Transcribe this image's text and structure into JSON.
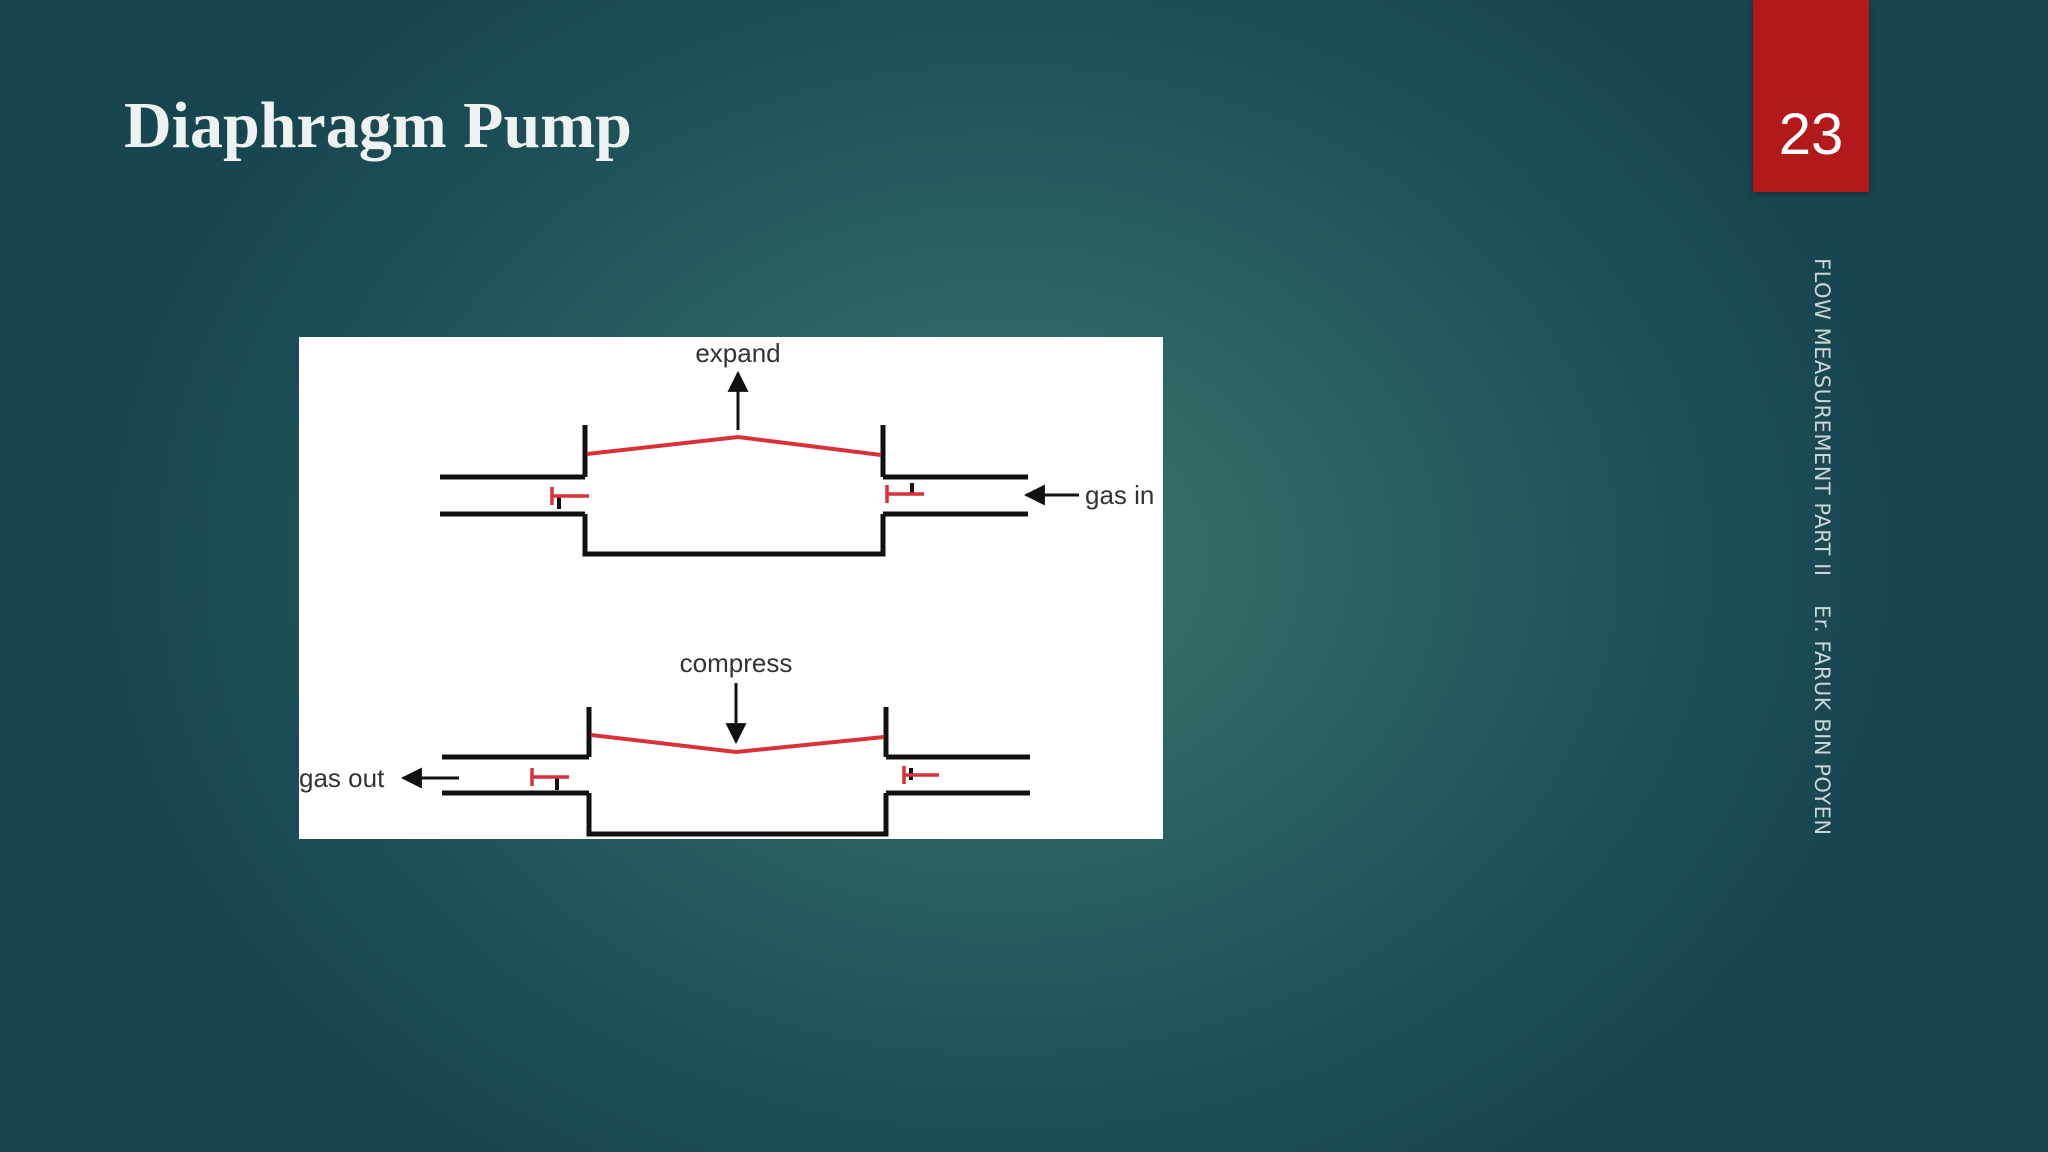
{
  "slide": {
    "title": "Diaphragm Pump",
    "page_number": "23"
  },
  "footer": {
    "course": "FLOW MEASUREMENT PART II",
    "author": "Er. FARUK BIN POYEN"
  },
  "diagram": {
    "labels": {
      "expand": "expand",
      "gas_in": "gas in",
      "compress": "compress",
      "gas_out": "gas out"
    },
    "colors": {
      "diaphragm": "#d9303a",
      "body": "#111111",
      "badge": "#b3191a"
    }
  }
}
